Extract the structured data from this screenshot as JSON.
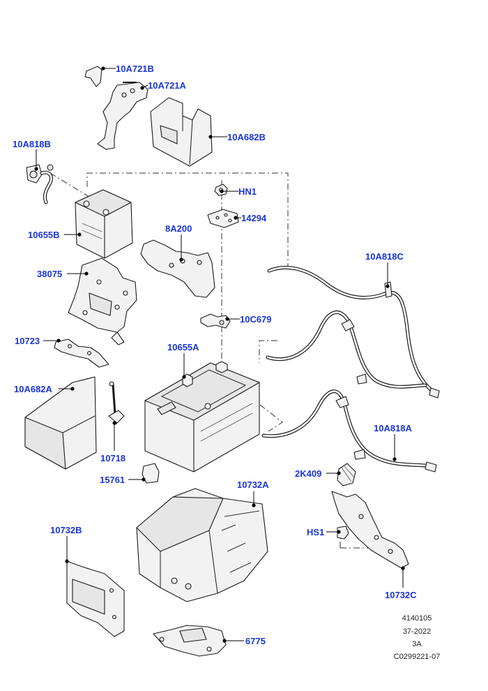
{
  "callouts": {
    "c_10A721B": "10A721B",
    "c_10A721A": "10A721A",
    "c_10A682B": "10A682B",
    "c_10A818B": "10A818B",
    "c_HN1": "HN1",
    "c_14294": "14294",
    "c_10655B": "10655B",
    "c_8A200": "8A200",
    "c_10A818C": "10A818C",
    "c_38075": "38075",
    "c_10C679": "10C679",
    "c_10723": "10723",
    "c_10655A": "10655A",
    "c_10A682A": "10A682A",
    "c_10A818A": "10A818A",
    "c_10718": "10718",
    "c_2K409": "2K409",
    "c_15761": "15761",
    "c_10732A": "10732A",
    "c_10732B": "10732B",
    "c_HS1": "HS1",
    "c_10732C": "10732C",
    "c_6775": "6775"
  },
  "reference": {
    "line1": "4140105",
    "line2": "37-2022",
    "line3": "3A",
    "line4": "C0299221-07"
  },
  "colors": {
    "callout": "#1a35d6",
    "linework": "#1a1a1a"
  }
}
